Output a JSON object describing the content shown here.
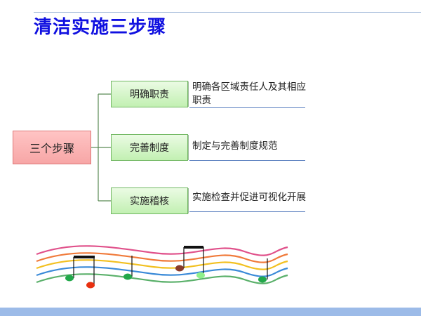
{
  "title": "清洁实施三步骤",
  "root": {
    "label": "三个步骤"
  },
  "steps": [
    {
      "label": "明确职责",
      "desc": "明确各区域责任人及其相应职责"
    },
    {
      "label": "完善制度",
      "desc": "制定与完善制度规范"
    },
    {
      "label": "实施稽核",
      "desc": "实施检查并促进可视化开展"
    }
  ],
  "colors": {
    "title": "#1010e0",
    "root_fill": "#f7a6a6",
    "step_fill": "#c2f0b2",
    "bottom_bar": "#9cbbe8"
  },
  "decoration": {
    "icon": "music-staff-icon"
  }
}
